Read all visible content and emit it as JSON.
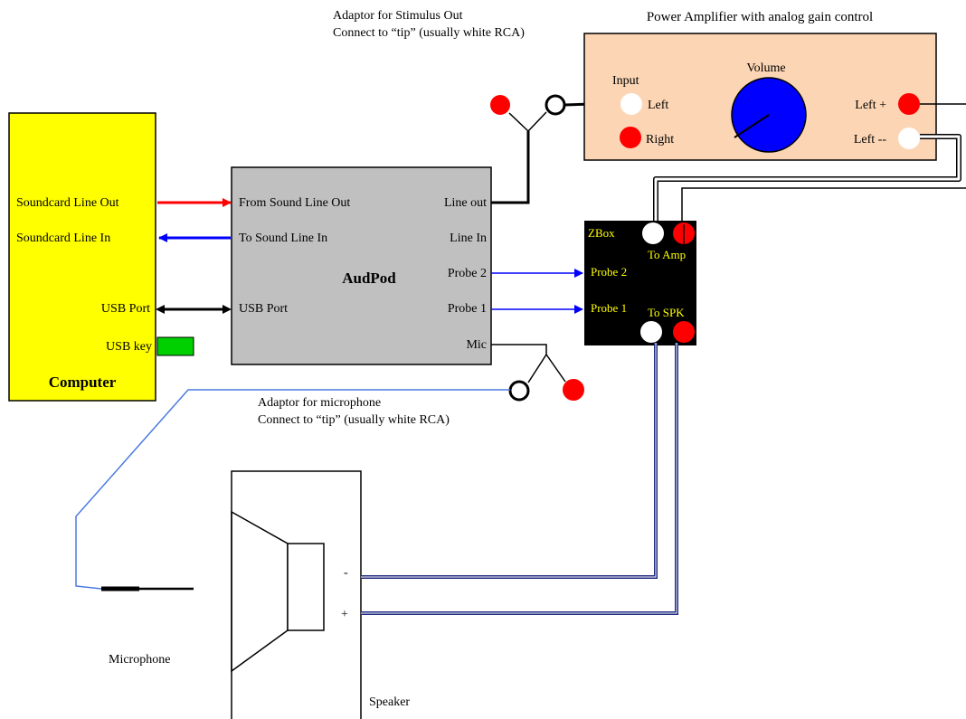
{
  "colors": {
    "computer_fill": "#ffff00",
    "audpod_fill": "#c0c0c0",
    "amp_fill": "#fcd5b4",
    "zbox_fill": "#000000",
    "zbox_text": "#ffff00",
    "red_jack": "#ff0000",
    "white_jack": "#ffffff",
    "line_out_arrow": "#ff0000",
    "line_in_arrow": "#0000ff",
    "probe_arrow": "#0000ff",
    "speaker_cable": "#1f2a80",
    "mic_cable": "#4a7ae0",
    "knob": "#0000ff",
    "usb_key": "#00d000"
  },
  "computer": {
    "title": "Computer",
    "soundcard_line_out": "Soundcard Line Out",
    "soundcard_line_in": "Soundcard Line In",
    "usb_port": "USB Port",
    "usb_key": "USB key"
  },
  "audpod": {
    "title": "AudPod",
    "from_sound_line_out": "From Sound Line Out",
    "to_sound_line_in": "To Sound Line In",
    "usb_port": "USB Port",
    "line_out": "Line out",
    "line_in": "Line In",
    "probe2": "Probe 2",
    "probe1": "Probe 1",
    "mic": "Mic"
  },
  "amplifier": {
    "title": "Power Amplifier with analog gain control",
    "input": "Input",
    "left": "Left",
    "right": "Right",
    "volume": "Volume",
    "left_plus": "Left +",
    "left_minus": "Left --"
  },
  "stimulus_adaptor": {
    "line1": "Adaptor for Stimulus Out",
    "line2": "Connect to “tip” (usually white RCA)"
  },
  "zbox": {
    "title": "ZBox",
    "to_amp": "To Amp",
    "to_spk": "To SPK",
    "probe2": "Probe 2",
    "probe1": "Probe 1"
  },
  "mic_adaptor": {
    "line1": "Adaptor for microphone",
    "line2": "Connect to “tip” (usually white RCA)"
  },
  "speaker": {
    "label": "Speaker",
    "minus": "-",
    "plus": "+"
  },
  "microphone": {
    "label": "Microphone"
  }
}
